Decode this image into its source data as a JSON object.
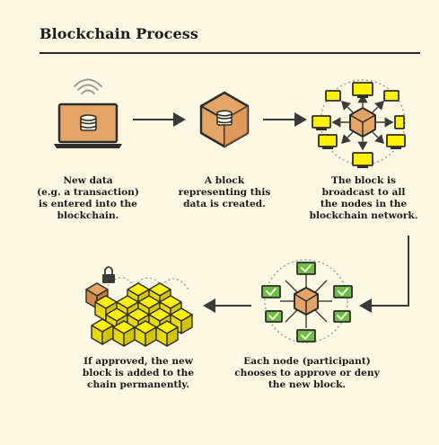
{
  "title": "Blockchain Process",
  "steps": [
    {
      "caption": "New data\n(e.g. a transaction)\nis entered into the\nblockchain."
    },
    {
      "caption": "A block\nrepresenting this\ndata is created."
    },
    {
      "caption": "The block is\nbroadcast to all\nthe nodes in the\nblockchain network."
    },
    {
      "caption": "Each node (participant)\nchooses to approve or deny\nthe new block."
    },
    {
      "caption": "If approved, the new\nblock is added to the\nchain permanently."
    }
  ],
  "colors": {
    "background": "#fbf8e3",
    "orange": "#e4a466",
    "dark": "#2d2d2d",
    "yellow": "#fff200",
    "green": "#6dbe45"
  }
}
